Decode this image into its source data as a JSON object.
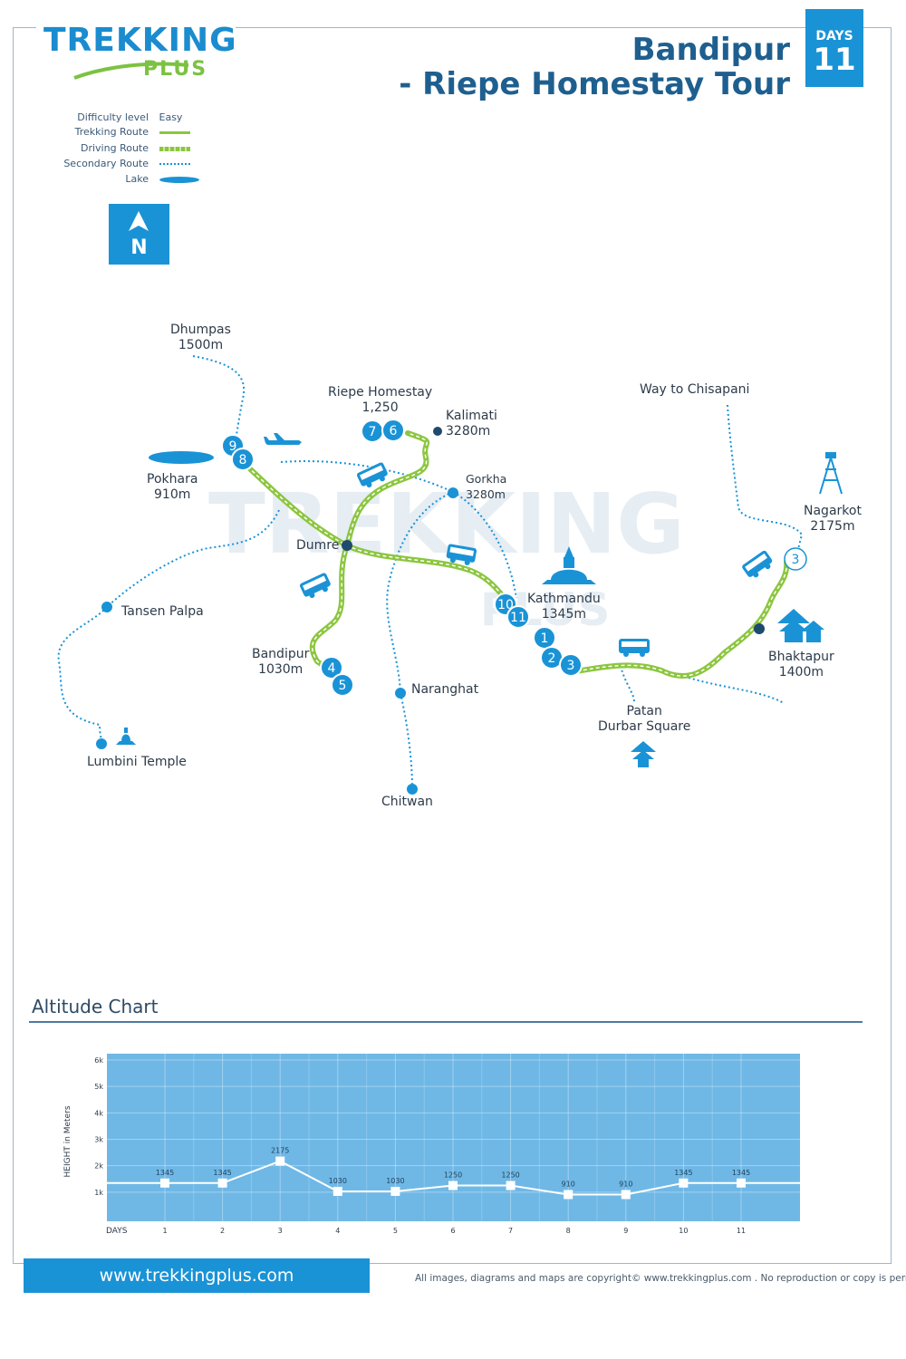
{
  "logo": {
    "line1": "TREKKING",
    "line2": "PLUS"
  },
  "title": {
    "line1": "Bandipur",
    "line2": "- Riepe Homestay Tour"
  },
  "days_badge": {
    "label": "DAYS",
    "value": "11"
  },
  "legend": {
    "difficulty_label": "Difficulty level",
    "difficulty_value": "Easy",
    "trekking_route": "Trekking Route",
    "driving_route": "Driving Route",
    "secondary_route": "Secondary Route",
    "lake": "Lake"
  },
  "north": "N",
  "places": {
    "dhumpas": {
      "name": "Dhumpas",
      "alt": "1500m"
    },
    "pokhara": {
      "name": "Pokhara",
      "alt": "910m"
    },
    "riepe": {
      "name": "Riepe Homestay",
      "alt": "1,250"
    },
    "kalimati": {
      "name": "Kalimati",
      "alt": "3280m"
    },
    "gorkha": {
      "name": "Gorkha",
      "alt": "3280m"
    },
    "chisapani": {
      "name": "Way to Chisapani"
    },
    "nagarkot": {
      "name": "Nagarkot",
      "alt": "2175m"
    },
    "dumre": {
      "name": "Dumre"
    },
    "kathmandu": {
      "name": "Kathmandu",
      "alt": "1345m"
    },
    "tansen": {
      "name": "Tansen Palpa"
    },
    "bandipur": {
      "name": "Bandipur",
      "alt": "1030m"
    },
    "bhaktapur": {
      "name": "Bhaktapur",
      "alt": "1400m"
    },
    "naranghat": {
      "name": "Naranghat"
    },
    "patan": {
      "name": "Patan",
      "name2": "Durbar Square"
    },
    "lumbini": {
      "name": "Lumbini Temple"
    },
    "chitwan": {
      "name": "Chitwan"
    }
  },
  "day_markers": [
    "1",
    "2",
    "3",
    "4",
    "5",
    "6",
    "7",
    "8",
    "9",
    "10",
    "11",
    "3"
  ],
  "colors": {
    "brand_blue": "#1a93d6",
    "route_green": "#8cc63f",
    "chart_bg": "#6fb8e6",
    "dark_blue": "#1e5f8f"
  },
  "altitude_chart_title": "Altitude Chart",
  "chart_data": {
    "type": "line",
    "ylabel": "HEIGHT in Meters",
    "xlabel": "DAYS",
    "y_ticks": [
      "1k",
      "2k",
      "3k",
      "4k",
      "5k",
      "6k"
    ],
    "ylim": [
      0,
      6000
    ],
    "categories": [
      "1",
      "2",
      "3",
      "4",
      "5",
      "6",
      "7",
      "8",
      "9",
      "10",
      "11"
    ],
    "values": [
      1345,
      1345,
      2175,
      1030,
      1030,
      1250,
      1250,
      910,
      910,
      1345,
      1345
    ],
    "labels": [
      "1345",
      "1345",
      "2175",
      "1030",
      "1030",
      "1250",
      "1250",
      "910",
      "910",
      "1345",
      "1345"
    ],
    "grid": true
  },
  "footer": {
    "website": "www.trekkingplus.com",
    "copyright": "All images, diagrams and maps are copyright© www.trekkingplus.com .  No reproduction or copy is permitted."
  }
}
